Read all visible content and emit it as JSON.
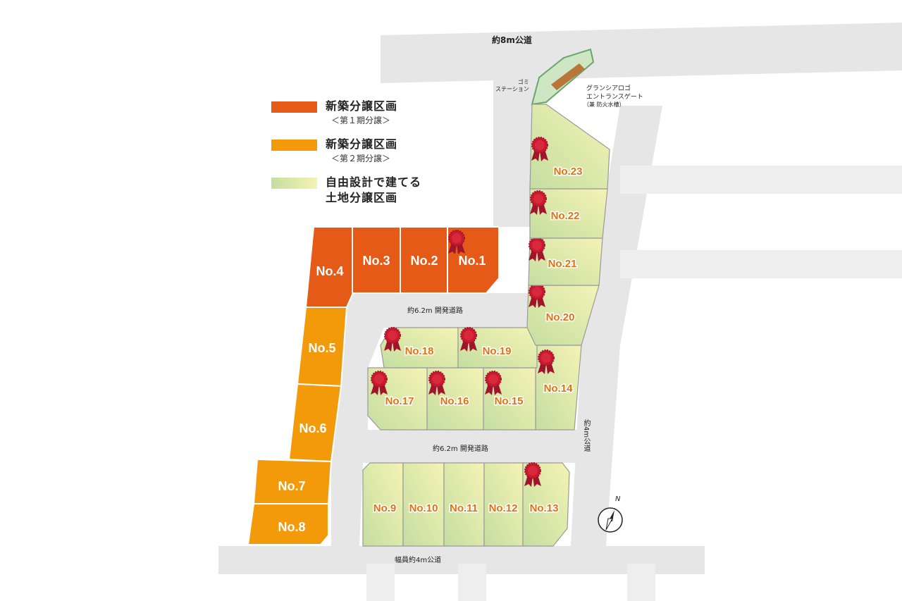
{
  "legend": [
    {
      "title": "新築分譲区画",
      "sub": "＜第１期分譲＞",
      "color": "#e55a17"
    },
    {
      "title": "新築分譲区画",
      "sub": "＜第２期分譲＞",
      "color": "#f39a0b"
    },
    {
      "title": "自由設計で建てる",
      "sub2": "土地分譲区画",
      "color": "#cfe3a8"
    }
  ],
  "roads": {
    "top": "約8m公道",
    "dev_upper": "約6.2m 開発道路",
    "dev_lower": "約6.2m 開発道路",
    "bottom": "幅員約4m公道",
    "right": "約4m公道"
  },
  "annotations": {
    "garbage": "ゴミ\nステーション",
    "gate_line1": "グランシアロゴ",
    "gate_line2": "エントランスゲート",
    "gate_line3": "（兼 防火水槽）"
  },
  "compass": "N",
  "lots": [
    {
      "id": "No.1",
      "phase": 1,
      "ribbon": true
    },
    {
      "id": "No.2",
      "phase": 1,
      "ribbon": false
    },
    {
      "id": "No.3",
      "phase": 1,
      "ribbon": false
    },
    {
      "id": "No.4",
      "phase": 1,
      "ribbon": false
    },
    {
      "id": "No.5",
      "phase": 2,
      "ribbon": false
    },
    {
      "id": "No.6",
      "phase": 2,
      "ribbon": false
    },
    {
      "id": "No.7",
      "phase": 2,
      "ribbon": false
    },
    {
      "id": "No.8",
      "phase": 2,
      "ribbon": false
    },
    {
      "id": "No.9",
      "phase": 0,
      "ribbon": false
    },
    {
      "id": "No.10",
      "phase": 0,
      "ribbon": false
    },
    {
      "id": "No.11",
      "phase": 0,
      "ribbon": false
    },
    {
      "id": "No.12",
      "phase": 0,
      "ribbon": false
    },
    {
      "id": "No.13",
      "phase": 0,
      "ribbon": true
    },
    {
      "id": "No.14",
      "phase": 0,
      "ribbon": true
    },
    {
      "id": "No.15",
      "phase": 0,
      "ribbon": true
    },
    {
      "id": "No.16",
      "phase": 0,
      "ribbon": true
    },
    {
      "id": "No.17",
      "phase": 0,
      "ribbon": true
    },
    {
      "id": "No.18",
      "phase": 0,
      "ribbon": true
    },
    {
      "id": "No.19",
      "phase": 0,
      "ribbon": true
    },
    {
      "id": "No.20",
      "phase": 0,
      "ribbon": true
    },
    {
      "id": "No.21",
      "phase": 0,
      "ribbon": true
    },
    {
      "id": "No.22",
      "phase": 0,
      "ribbon": true
    },
    {
      "id": "No.23",
      "phase": 0,
      "ribbon": true
    }
  ]
}
